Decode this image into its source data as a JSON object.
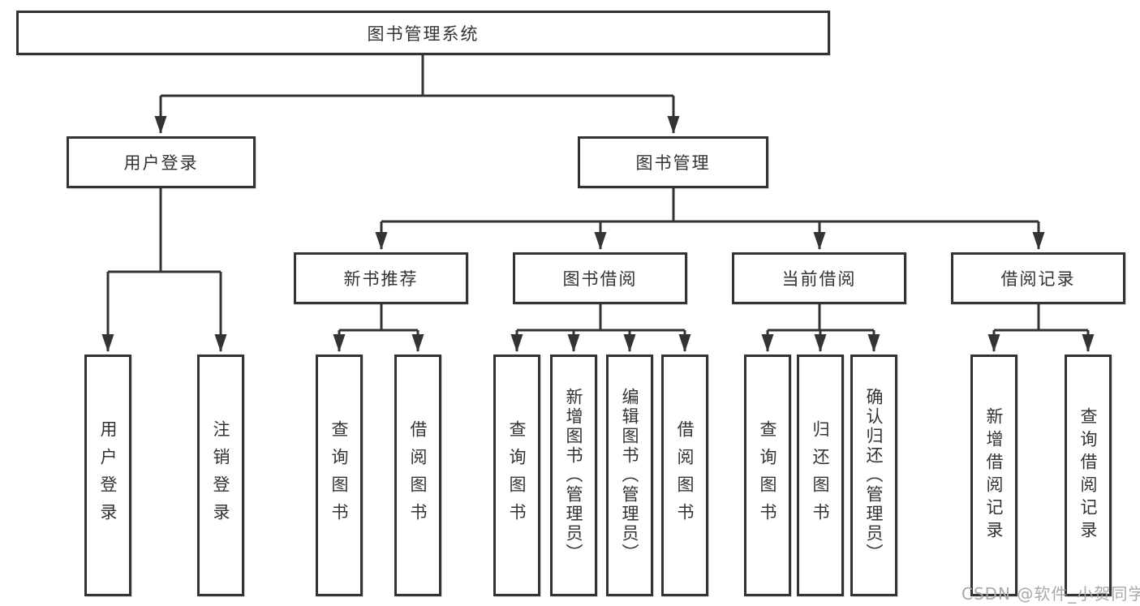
{
  "diagram": {
    "root": {
      "label": "图书管理系统"
    },
    "level2": [
      {
        "label": "用户登录",
        "children": [
          {
            "label": "用户登录"
          },
          {
            "label": "注销登录"
          }
        ]
      },
      {
        "label": "图书管理",
        "modules": [
          {
            "label": "新书推荐",
            "children": [
              {
                "label": "查询图书"
              },
              {
                "label": "借阅图书"
              }
            ]
          },
          {
            "label": "图书借阅",
            "children": [
              {
                "label": "查询图书"
              },
              {
                "label": "新增图书（管理员）"
              },
              {
                "label": "编辑图书（管理员）"
              },
              {
                "label": "借阅图书"
              }
            ]
          },
          {
            "label": "当前借阅",
            "children": [
              {
                "label": "查询图书"
              },
              {
                "label": "归还图书"
              },
              {
                "label": "确认归还（管理员）"
              }
            ]
          },
          {
            "label": "借阅记录",
            "children": [
              {
                "label": "新增借阅记录"
              },
              {
                "label": "查询借阅记录"
              }
            ]
          }
        ]
      }
    ]
  },
  "watermark": {
    "text": "CSDN @软件_小贺同学"
  },
  "colors": {
    "line": "#333333",
    "text": "#333333",
    "box_background": "#ffffff",
    "watermark_text": "#a9a9a9"
  }
}
